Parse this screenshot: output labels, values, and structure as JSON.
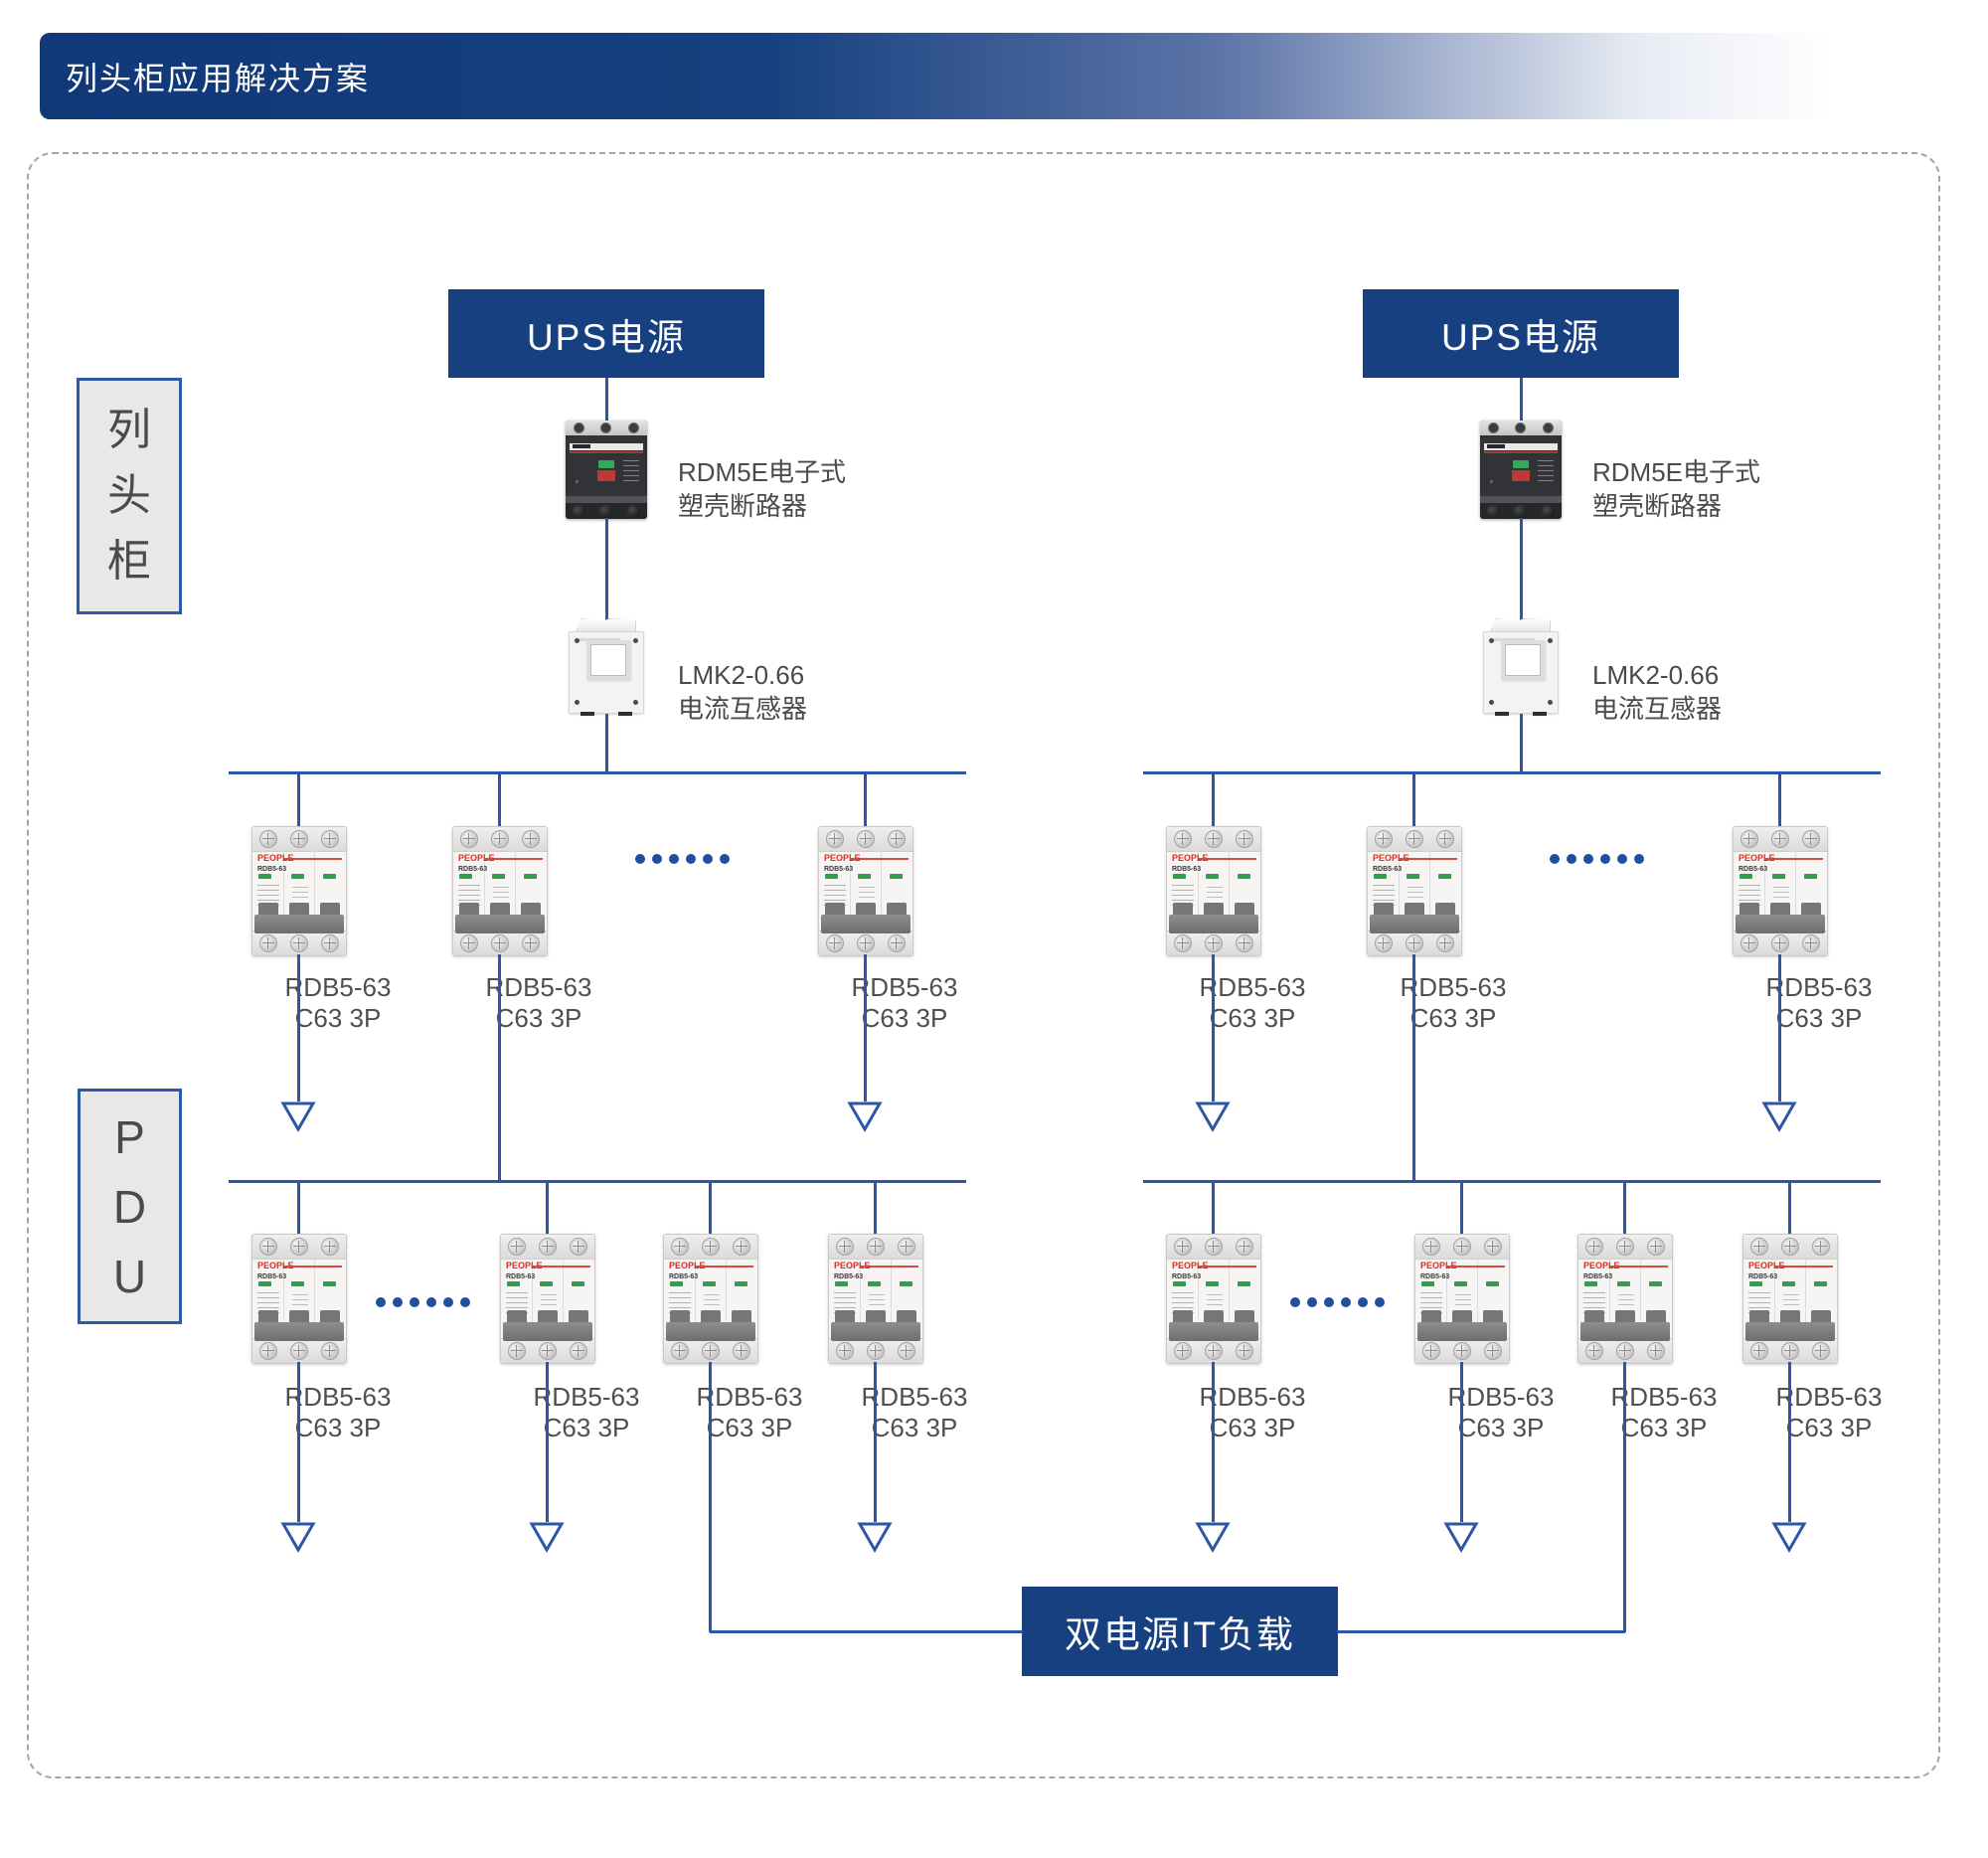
{
  "header": {
    "title": "列头柜应用解决方案"
  },
  "sections": {
    "cabinet_label": "列头柜",
    "pdu_label": "PDU"
  },
  "nodes": {
    "ups_label": "UPS电源",
    "load_label": "双电源IT负载"
  },
  "devices": {
    "mccb": {
      "label_line1": "RDM5E电子式",
      "label_line2": "塑壳断路器"
    },
    "ct": {
      "label_line1": "LMK2-0.66",
      "label_line2": "电流互感器"
    },
    "mcb": {
      "label_line1": "RDB5-63",
      "label_line2": "C63 3P",
      "brand": "PEOPLE",
      "model": "RDB5-63"
    }
  },
  "colors": {
    "navy": "#16407f",
    "line_blue": "#2d57a5",
    "dot_blue": "#1f4fa0",
    "box_gray": "#e8e8e8",
    "box_border_blue": "#2b5aa6",
    "text_gray": "#4a4a4a",
    "dash_border": "#a4a4a4"
  }
}
